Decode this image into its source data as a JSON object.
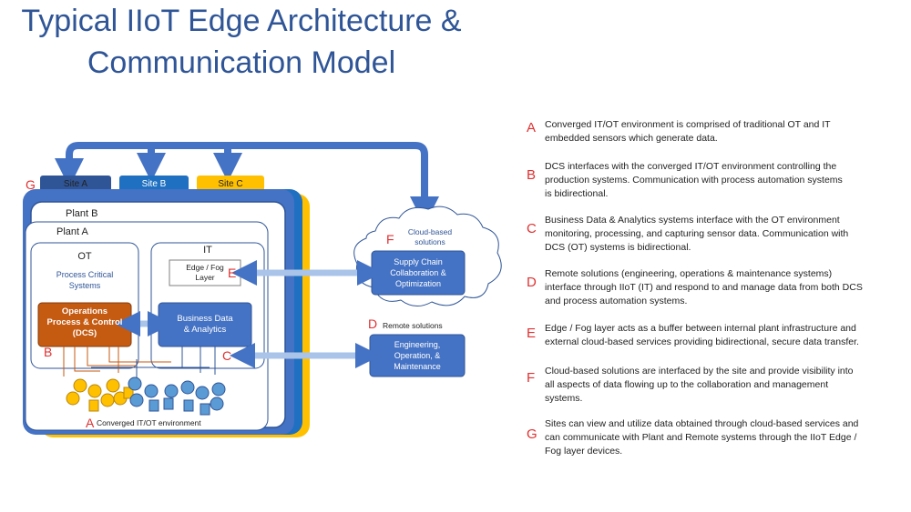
{
  "title_line1": "Typical IIoT Edge Architecture &",
  "title_line2": "Communication Model",
  "sites": {
    "letter": "G",
    "a": "Site A",
    "b": "Site B",
    "c": "Site C"
  },
  "plant_b": "Plant B",
  "plant_a": "Plant A",
  "ot": {
    "title": "OT",
    "subtitle_line1": "Process Critical",
    "subtitle_line2": "Systems",
    "dcs_line1": "Operations",
    "dcs_line2": "Process & Control",
    "dcs_line3": "(DCS)",
    "letter": "B"
  },
  "it": {
    "title": "IT",
    "edge_line1": "Edge / Fog",
    "edge_line2": "Layer",
    "edge_letter": "E",
    "bda_line1": "Business Data",
    "bda_line2": "& Analytics",
    "letter": "C"
  },
  "converged": {
    "letter": "A",
    "label": "Converged IT/OT environment"
  },
  "cloud": {
    "letter": "F",
    "label_line1": "Cloud-based",
    "label_line2": "solutions",
    "box_line1": "Supply Chain",
    "box_line2": "Collaboration &",
    "box_line3": "Optimization"
  },
  "remote": {
    "letter": "D",
    "label": "Remote solutions",
    "box_line1": "Engineering,",
    "box_line2": "Operation, &",
    "box_line3": "Maintenance"
  },
  "legend": [
    {
      "letter": "A",
      "line1": "Converged IT/OT environment  is comprised of traditional OT and IT",
      "line2": "embedded  sensors which generate data.",
      "line3": ""
    },
    {
      "letter": "B",
      "line1": "DCS interfaces with the converged IT/OT environment  controlling the",
      "line2": "production  systems. Communication with process automation systems",
      "line3": "is bidirectional."
    },
    {
      "letter": "C",
      "line1": "Business Data & Analytics systems interface with the OT environment",
      "line2": "monitoring,  processing, and capturing sensor data. Communication with",
      "line3": "DCS (OT) systems is bidirectional."
    },
    {
      "letter": "D",
      "line1": "Remote solutions (engineering, operations & maintenance systems)",
      "line2": "interface through IIoT (IT) and respond to and manage data from both DCS",
      "line3": "and process automation  systems."
    },
    {
      "letter": "E",
      "line1": "Edge / Fog layer acts as a buffer between internal plant infrastructure and",
      "line2": "external cloud-based services providing bidirectional, secure data transfer.",
      "line3": ""
    },
    {
      "letter": "F",
      "line1": "Cloud-based solutions are interfaced by the site and provide visibility into",
      "line2": "all aspects of data flowing up to the collaboration and management",
      "line3": "systems."
    },
    {
      "letter": "G",
      "line1": "Sites can view and utilize data obtained through cloud-based services and",
      "line2": "can communicate  with Plant and Remote systems through the IIoT Edge /",
      "line3": "Fog layer devices."
    }
  ],
  "colors": {
    "title": "#2f5597",
    "blue_dark": "#2f5597",
    "blue_mid": "#4472c4",
    "yellow": "#ffc000",
    "orange": "#c55a11",
    "letter_red": "#e03030"
  }
}
